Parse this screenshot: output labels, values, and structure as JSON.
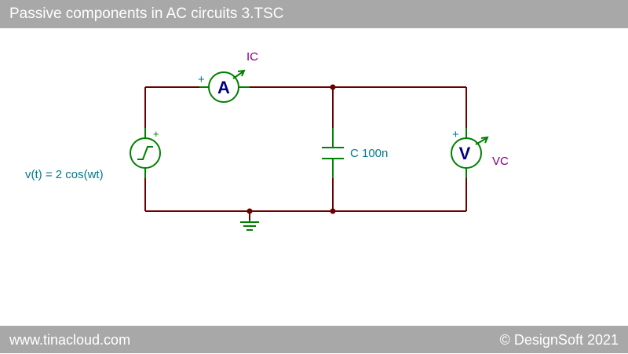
{
  "window": {
    "title": "Passive components in AC circuits 3.TSC"
  },
  "footer": {
    "website": "www.tinacloud.com",
    "copyright": "© DesignSoft 2021"
  },
  "schematic": {
    "source_label": "v(t) = 2 cos(wt)",
    "ammeter_name": "IC",
    "ammeter_symbol": "A",
    "capacitor_label": "C 100n",
    "voltmeter_name": "VC",
    "voltmeter_symbol": "V",
    "plus_sign": "+"
  },
  "colors": {
    "bar": "#a8a8a8",
    "wire": "#6b0000",
    "component": "#008000",
    "meter_letter": "#000080",
    "label_teal": "#007a8a",
    "label_purple": "#800080"
  }
}
